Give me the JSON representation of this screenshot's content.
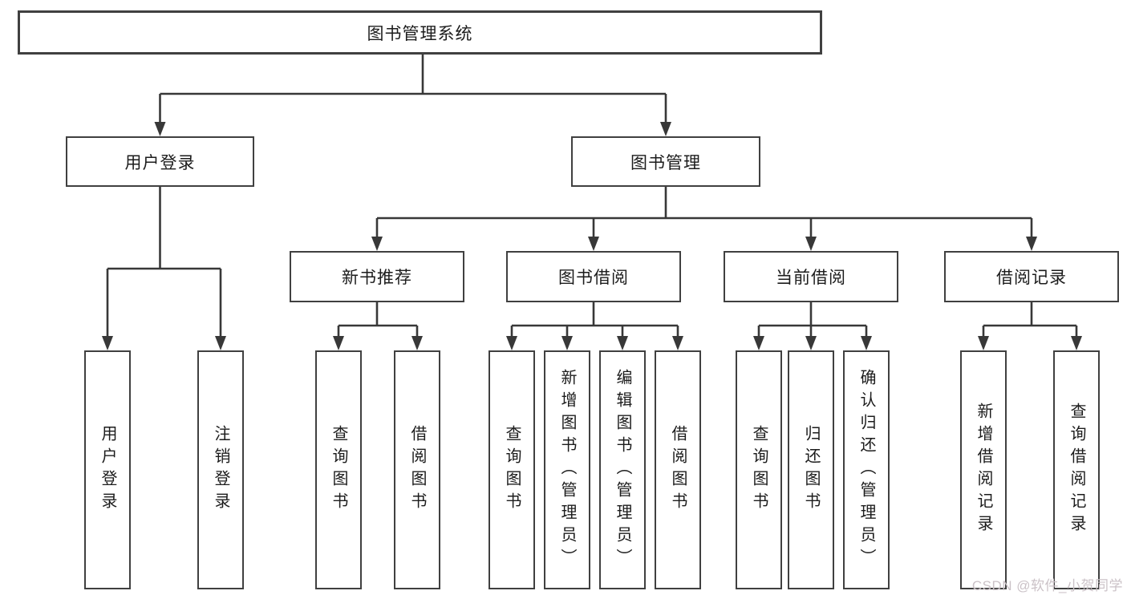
{
  "diagram": {
    "title": "图书管理系统",
    "type": "hierarchy-tree"
  },
  "nodes": {
    "root": "图书管理系统",
    "level2": [
      "用户登录",
      "图书管理"
    ],
    "level3": [
      "新书推荐",
      "图书借阅",
      "当前借阅",
      "借阅记录"
    ],
    "leaves": {
      "user_login": [
        "用户登录",
        "注销登录"
      ],
      "new_book": [
        "查询图书",
        "借阅图书"
      ],
      "book_borrow": [
        "查询图书",
        "新增图书（管理员）",
        "编辑图书（管理员）",
        "借阅图书"
      ],
      "current_borrow": [
        "查询图书",
        "归还图书",
        "确认归还（管理员）"
      ],
      "borrow_record": [
        "新增借阅记录",
        "查询借阅记录"
      ]
    }
  },
  "watermark": "CSDN @软件_小贺同学",
  "colors": {
    "line": "#383838",
    "box_border": "#404040",
    "box_fill": "#ffffff",
    "text": "#1c1c1c",
    "watermark": "#cbc2c7"
  }
}
